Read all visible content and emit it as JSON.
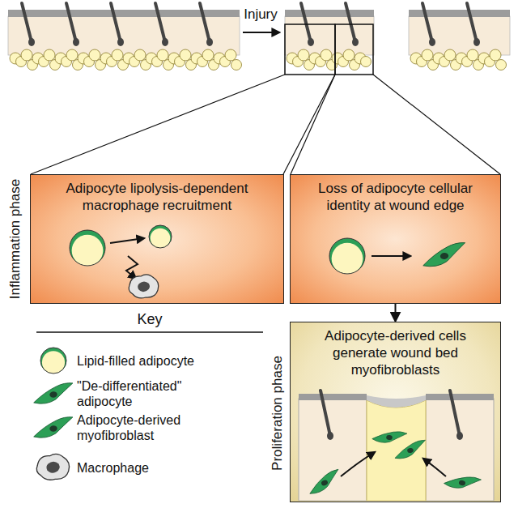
{
  "diagram": {
    "nodes": [
      {
        "text": [
          "Adipocyte lipolysis-dependent macrophage recruitment"
        ]
      },
      {
        "text": [
          "Loss of adipocyte cellular identity at wound edge"
        ]
      },
      {
        "text": [
          "Adipocyte-derived cells generate wound bed myofibroblasts"
        ]
      }
    ],
    "edges": [
      {
        "from": 1,
        "to": 2,
        "arrow": "to"
      }
    ],
    "labels": [
      "Injury",
      "Inflammation phase",
      "Proliferation phase",
      "Key"
    ],
    "legend": [
      {
        "text": "Lipid-filled adipocyte"
      },
      {
        "text": "\"De-differentiated\" adipocyte"
      },
      {
        "text": "Adipocyte-derived myofibroblast"
      },
      {
        "text": "Macrophage"
      }
    ]
  }
}
